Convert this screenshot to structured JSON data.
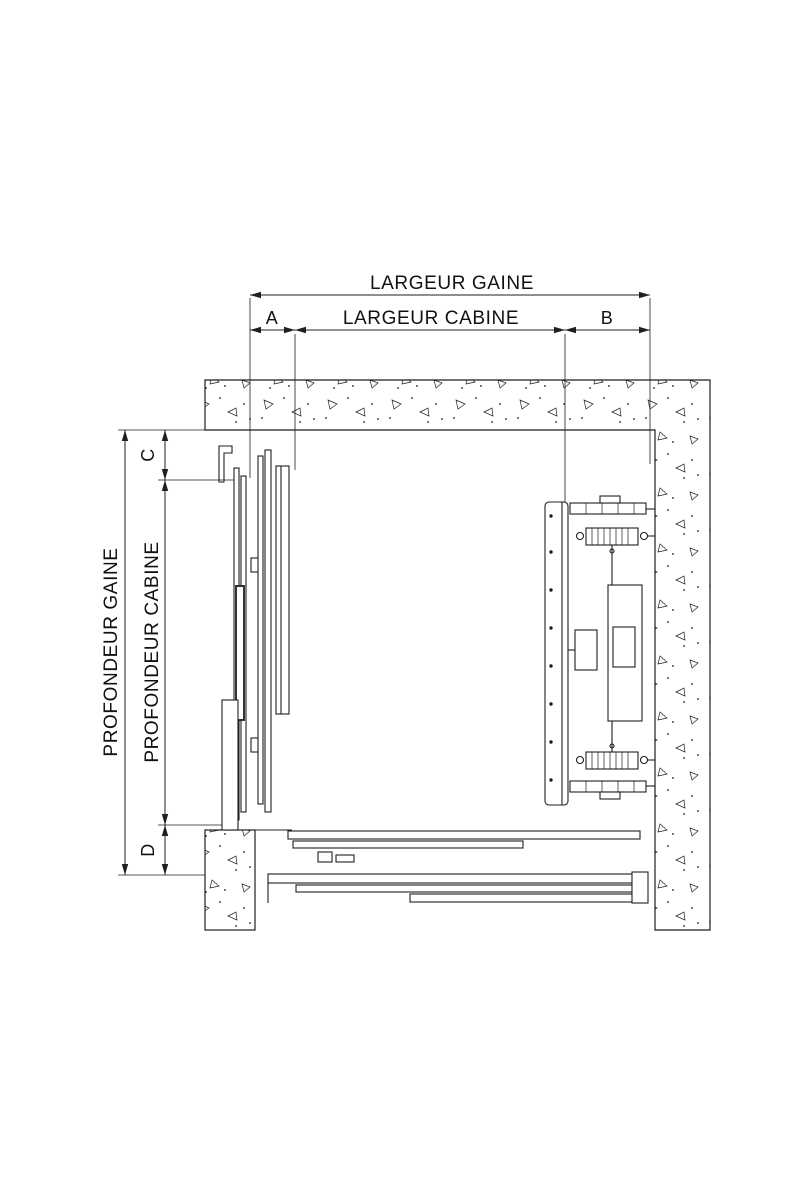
{
  "page": {
    "background": "#ffffff",
    "line_color": "#1f1f1f"
  },
  "diagram": {
    "labels": {
      "largeur_gaine": "LARGEUR GAINE",
      "largeur_cabine": "LARGEUR CABINE",
      "profondeur_gaine": "PROFONDEUR GAINE",
      "profondeur_cabine": "PROFONDEUR CABINE",
      "dim_a": "A",
      "dim_b": "B",
      "dim_c": "C",
      "dim_d": "D"
    }
  }
}
